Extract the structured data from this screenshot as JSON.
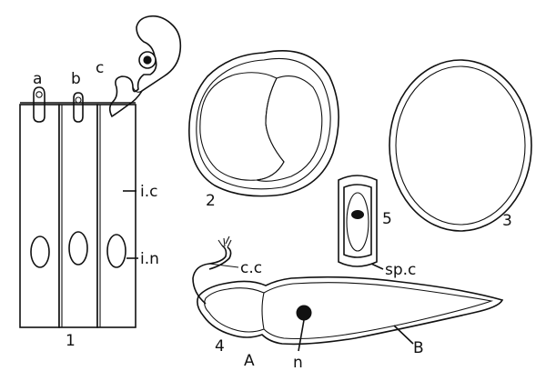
{
  "figure": {
    "labels": {
      "fig1": "1",
      "fig2": "2",
      "fig3": "3",
      "fig4": "4",
      "fig5": "5",
      "a": "a",
      "b": "b",
      "c": "c",
      "ic": "i.c",
      "in": "i.n",
      "cc": "c.c",
      "spc": "sp.c",
      "A": "A",
      "B": "B",
      "n": "n"
    }
  }
}
